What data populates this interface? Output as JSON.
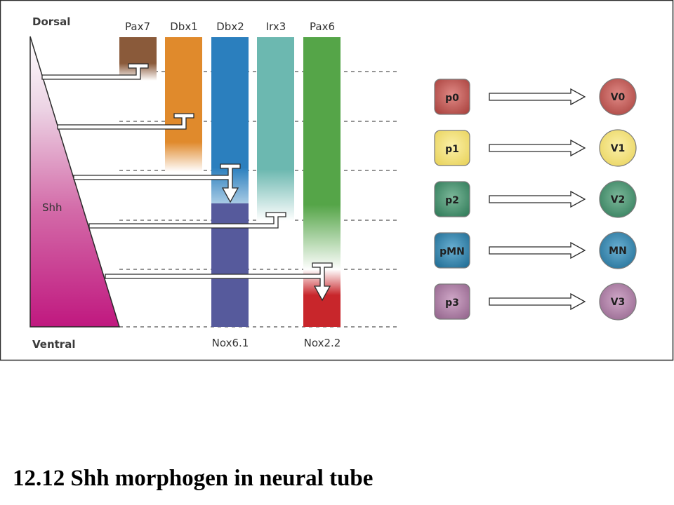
{
  "figure": {
    "dorsal_label": "Dorsal",
    "ventral_label": "Ventral",
    "gradient_label": "Shh",
    "genes": [
      {
        "name": "Pax7",
        "color": "#8a5a3a"
      },
      {
        "name": "Dbx1",
        "color": "#e08a2c"
      },
      {
        "name": "Dbx2",
        "color": "#2b7fbe"
      },
      {
        "name": "Irx3",
        "color": "#6cb8b0"
      },
      {
        "name": "Pax6",
        "color": "#55a548"
      }
    ],
    "ventral_genes": [
      {
        "name": "Nox6.1",
        "color": "#565a9c"
      },
      {
        "name": "Nox2.2",
        "color": "#c8262b"
      }
    ],
    "domains": [
      {
        "progenitor": "p0",
        "neuron": "V0",
        "color": "#b85450",
        "text_color": "#ffffff"
      },
      {
        "progenitor": "p1",
        "neuron": "V1",
        "color": "#f0dc6e",
        "text_color": "#2a2a2a"
      },
      {
        "progenitor": "p2",
        "neuron": "V2",
        "color": "#3f8a68",
        "text_color": "#ffffff"
      },
      {
        "progenitor": "pMN",
        "neuron": "MN",
        "color": "#2e7ea6",
        "text_color": "#ffffff"
      },
      {
        "progenitor": "p3",
        "neuron": "V3",
        "color": "#a7789f",
        "text_color": "#ffffff"
      }
    ],
    "colors": {
      "shh_gradient_top": "#ffffff",
      "shh_gradient_bottom": "#c0187f"
    }
  },
  "caption": "12.12 Shh morphogen in neural tube"
}
